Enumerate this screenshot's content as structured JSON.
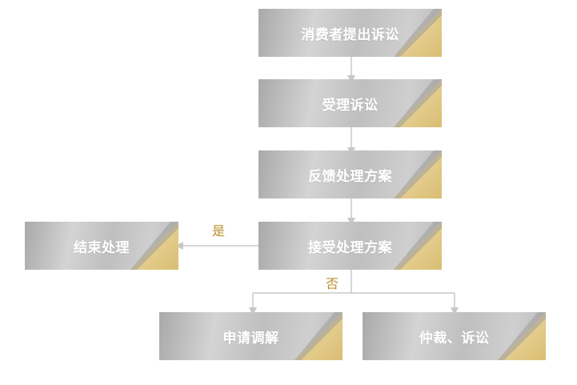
{
  "nodes": {
    "submit": "消费者提出诉讼",
    "accept": "受理诉讼",
    "feedback": "反馈处理方案",
    "decide": "接受处理方案",
    "end": "结束处理",
    "mediate": "申请调解",
    "arbitrate": "仲裁、诉讼"
  },
  "branches": {
    "yes": "是",
    "no": "否"
  },
  "colors": {
    "connector": "#c8c8c8",
    "gold": "#d9bd72",
    "silver": "#c4c4c4"
  }
}
